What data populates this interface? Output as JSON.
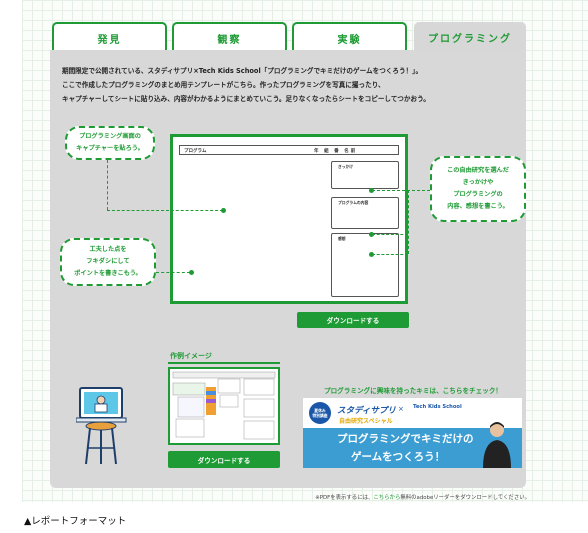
{
  "tabs": [
    {
      "label": "発見",
      "active": false
    },
    {
      "label": "観察",
      "active": false
    },
    {
      "label": "実験",
      "active": false
    },
    {
      "label": "プログラミング",
      "active": true
    }
  ],
  "description": [
    "期間限定で公開されている、スタディサプリ×Tech Kids School「プログラミングでキミだけのゲームをつくろう！」。",
    "ここで作成したプログラミングのまとめ用テンプレートがこちら。作ったプログラミングを写真に撮ったり、",
    "キャプチャーしてシートに貼り込み、内容がわかるようにまとめていこう。足りなくなったらシートをコピーしてつかおう。"
  ],
  "callouts": {
    "capture": [
      "プログラミング画面の",
      "キャプチャーを貼ろう。"
    ],
    "points": [
      "工夫した点を",
      "フキダシにして",
      "ポイントを書きこもう。"
    ],
    "reason": [
      "この自由研究を選んだ",
      "きっかけや",
      "プログラミングの",
      "内容、感想を書こう。"
    ]
  },
  "template": {
    "header_label": "プログラム",
    "header_meta": "年 組 番 名前",
    "box1": "きっかけ",
    "box2": "プログラムの内容",
    "box3": "感想"
  },
  "download_label": "ダウンロードする",
  "example": {
    "title": "作例イメージ",
    "download_label": "ダウンロードする"
  },
  "promo": {
    "text": "プログラミングに興味を持ったキミは、こちらをチェック！",
    "badge": [
      "夏休み",
      "特別講座"
    ],
    "brand": "スタディサプリ",
    "cross": "×",
    "tks": "Tech Kids School",
    "special": "自由研究スペシャル",
    "line1": "プログラミングでキミだけの",
    "line2": "ゲームをつくろう！"
  },
  "footnote": {
    "prefix": "※PDFを表示するには、",
    "link": "こちらから",
    "suffix": "無料のadobeリーダーをダウンロードしてください。"
  },
  "caption": "▲レポートフォーマット",
  "colors": {
    "accent": "#1e9b34",
    "panel": "#d8d8d8",
    "banner": "#3c9dd3"
  }
}
